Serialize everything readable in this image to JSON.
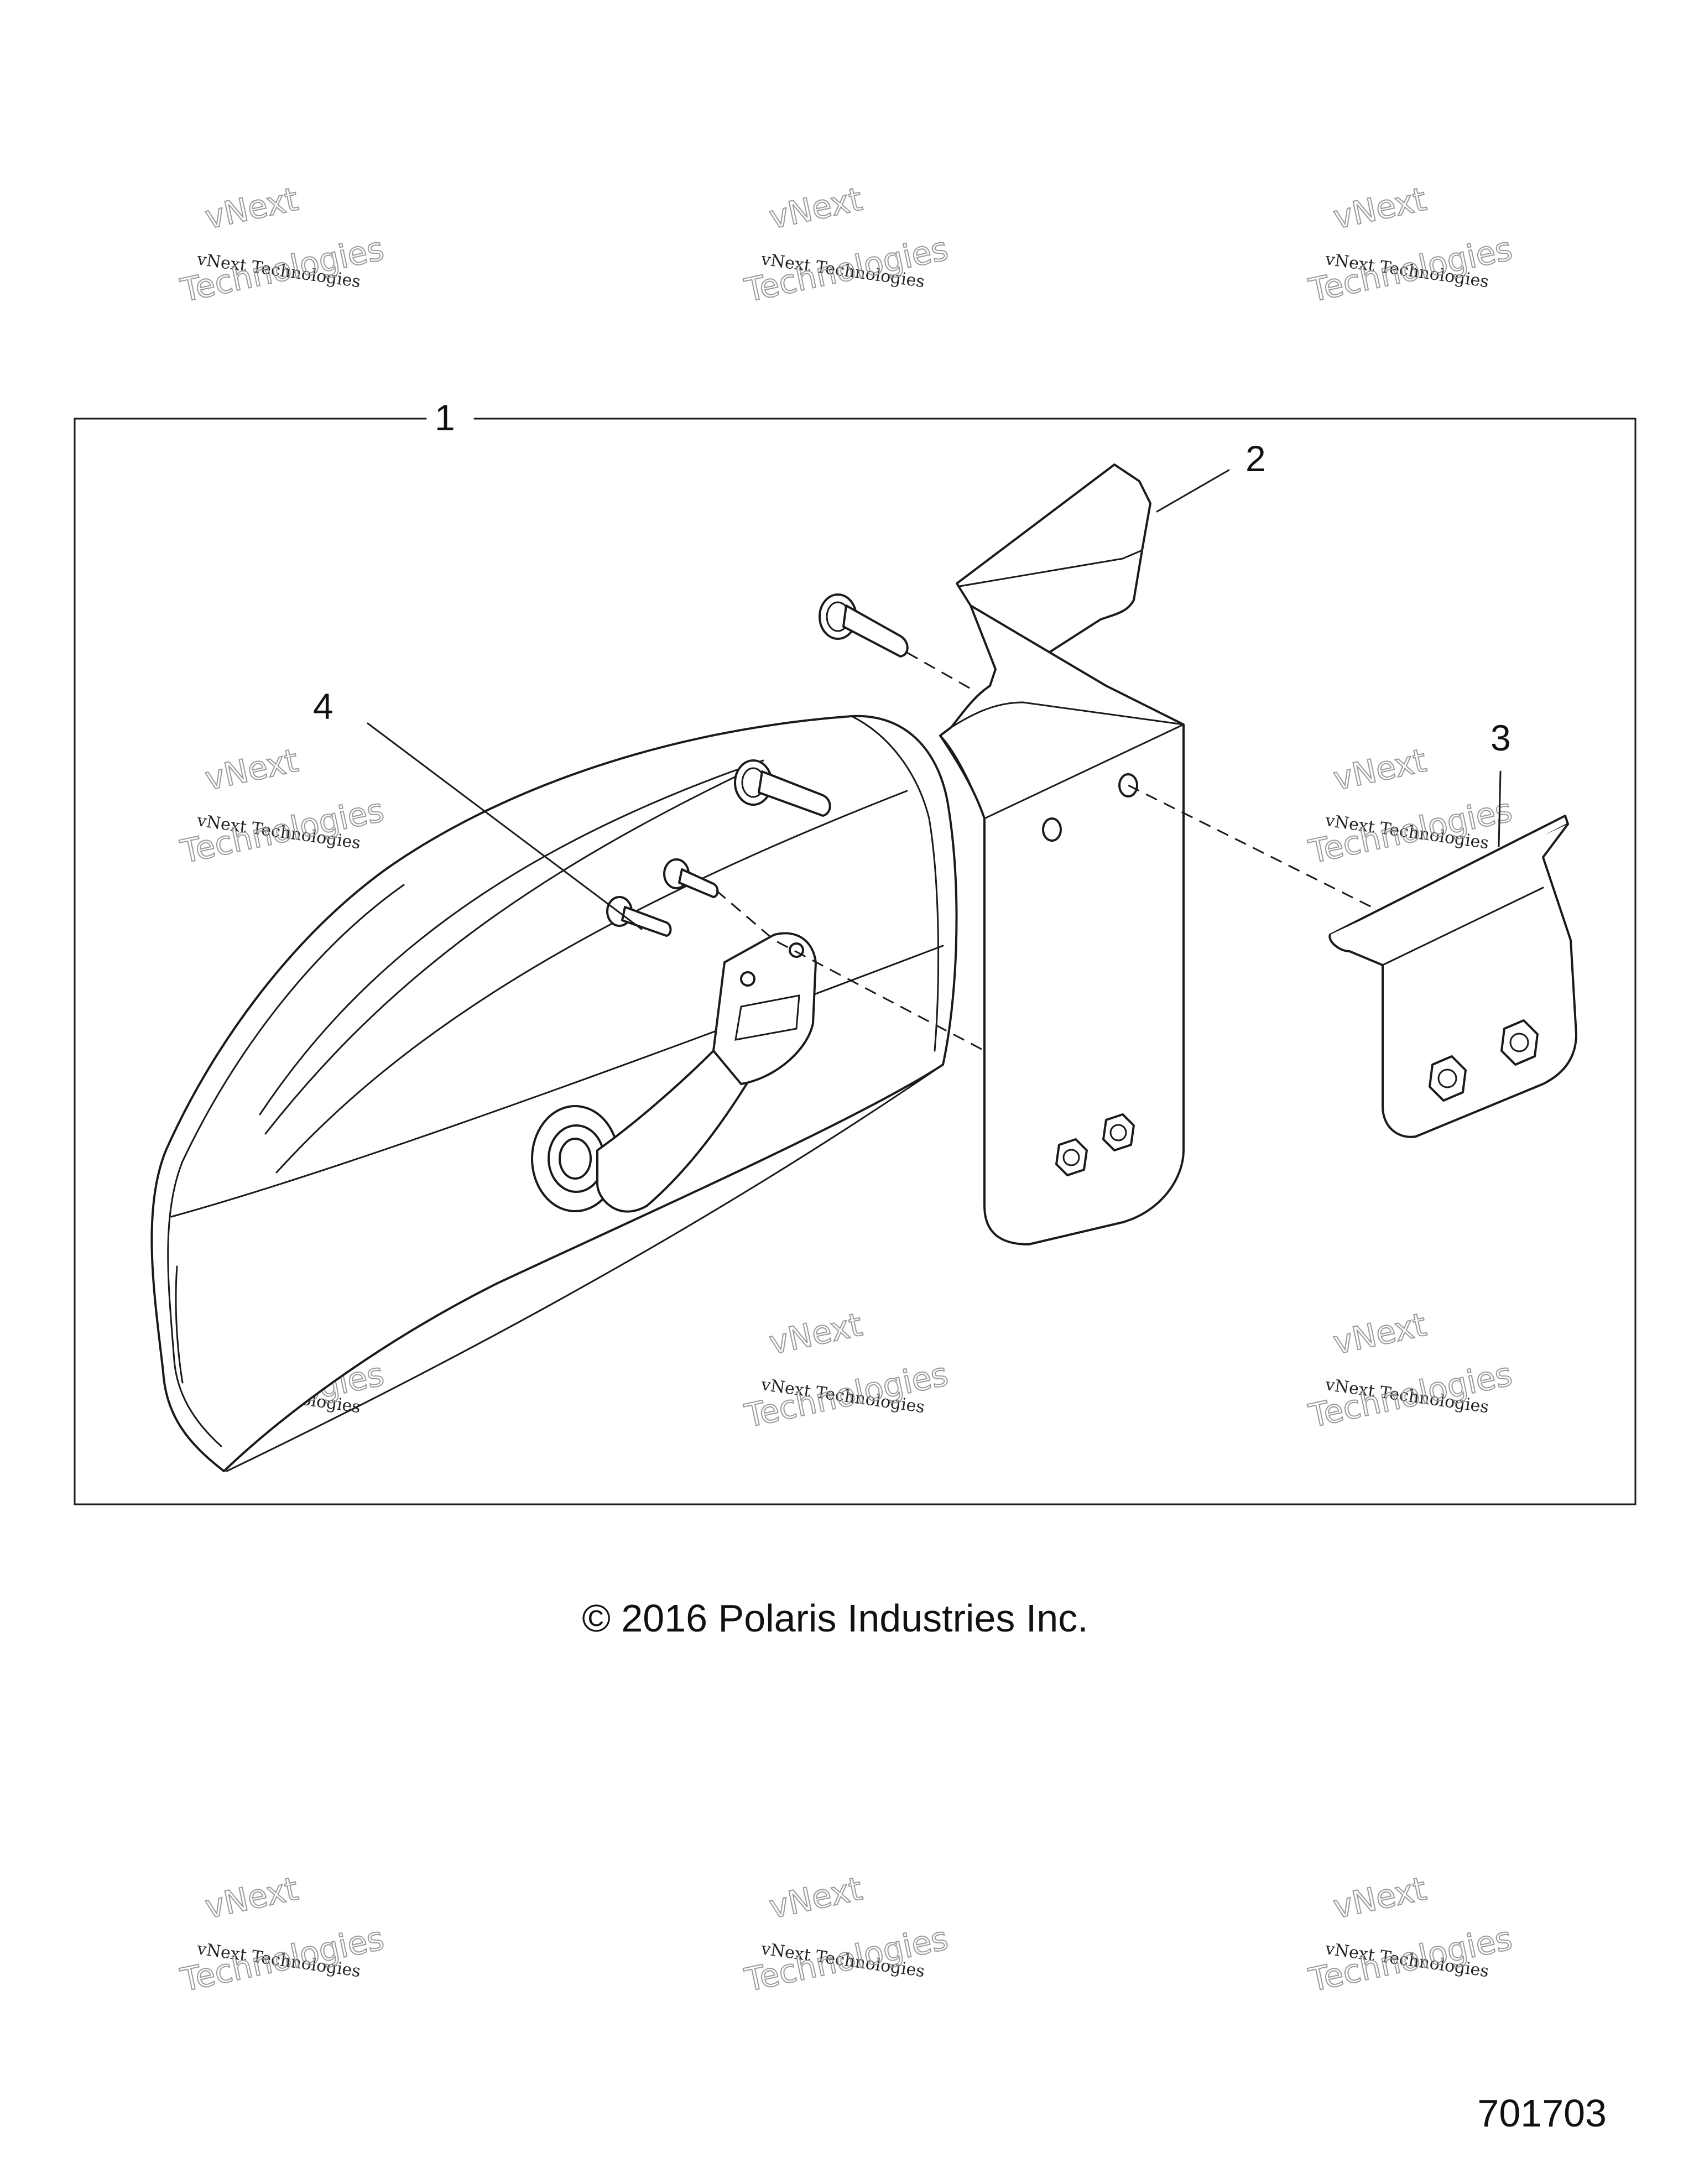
{
  "kit_frame_label": "1",
  "callouts": [
    {
      "id": "2",
      "part": "mounting-bracket"
    },
    {
      "id": "3",
      "part": "clamp-plate"
    },
    {
      "id": "4",
      "part": "mirror-mount-screws"
    }
  ],
  "copyright": "© 2016 Polaris Industries Inc.",
  "drawing_number": "701703",
  "watermark": {
    "line1": "vNext Technologies",
    "line2": "vNext",
    "line3": "Technologies"
  }
}
